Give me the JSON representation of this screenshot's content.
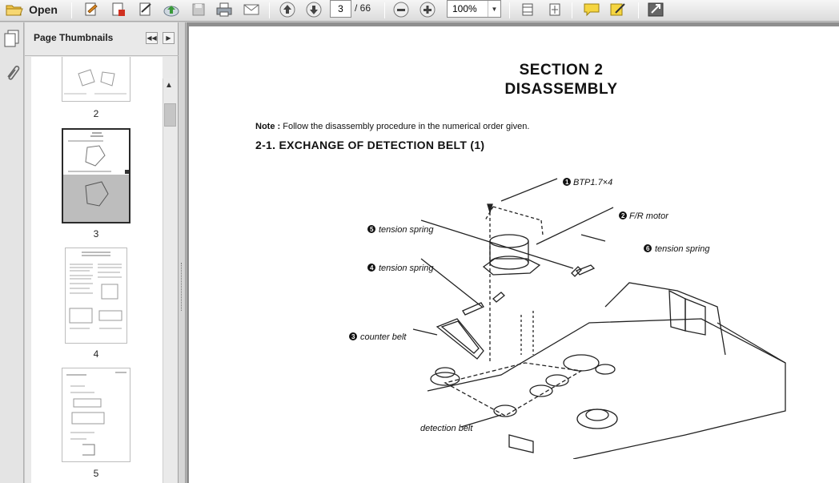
{
  "toolbar": {
    "open_label": "Open",
    "current_page": "3",
    "total_pages": "/ 66",
    "zoom": "100%"
  },
  "thumbnails": {
    "title": "Page Thumbnails",
    "items": [
      {
        "label": "2"
      },
      {
        "label": "3"
      },
      {
        "label": "4"
      },
      {
        "label": "5"
      }
    ]
  },
  "document": {
    "title_line1": "SECTION 2",
    "title_line2": "DISASSEMBLY",
    "note_label": "Note :",
    "note_text": " Follow the disassembly procedure in the numerical order given.",
    "heading": "2-1.   EXCHANGE OF DETECTION BELT (1)",
    "diagram": {
      "callouts": [
        {
          "num": "1",
          "text": "BTP1.7×4"
        },
        {
          "num": "2",
          "text": "F/R motor"
        },
        {
          "num": "5",
          "text": "tension spring"
        },
        {
          "num": "6",
          "text": "tension spring"
        },
        {
          "num": "4",
          "text": "tension spring"
        },
        {
          "num": "3",
          "text": "counter belt"
        },
        {
          "num": "",
          "text": "detection belt"
        }
      ]
    }
  },
  "icons": [
    "folder-icon",
    "edit-icon",
    "create-icon",
    "sign-icon",
    "upload-icon",
    "save-icon",
    "print-icon",
    "email-icon",
    "previous-page-icon",
    "next-page-icon",
    "zoom-out-icon",
    "zoom-in-icon",
    "fit-page-icon",
    "fit-width-icon",
    "comment-icon",
    "highlight-icon",
    "expand-icon",
    "pages-icon",
    "attachment-icon",
    "options-icon"
  ],
  "colors": {
    "accent_yellow": "#f0c020",
    "accent_red": "#d03020",
    "accent_green": "#3a9a3a",
    "accent_blue": "#3a6ab0"
  }
}
